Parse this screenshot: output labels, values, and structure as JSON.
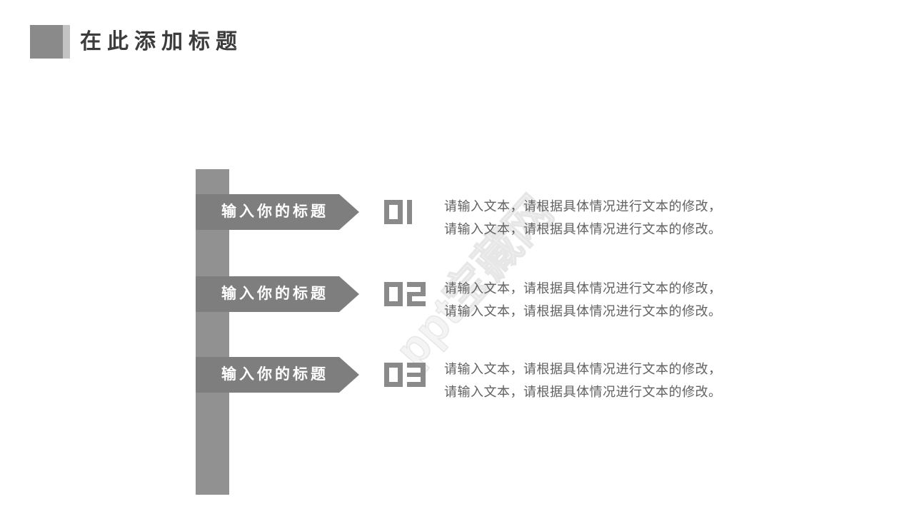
{
  "header": {
    "title": "在此添加标题"
  },
  "watermark": "ppt宝藏网",
  "palette": {
    "title_text": "#3c3c3c",
    "accent_square": "#8a8a8a",
    "accent_strip": "#c3c3c3",
    "vertical_bar": "#919191",
    "arrow": "#7e7e7e",
    "arrow_label": "#ffffff",
    "step_number": "#8a8a8a",
    "body_text": "#616161",
    "watermark_color": "#e7e7e7",
    "background": "#ffffff"
  },
  "rows": [
    {
      "label": "输入你的标题",
      "number": "01",
      "line1": "请输入文本，请根据具体情况进行文本的修改，",
      "line2": "请输入文本，请根据具体情况进行文本的修改。"
    },
    {
      "label": "输入你的标题",
      "number": "02",
      "line1": "请输入文本，请根据具体情况进行文本的修改，",
      "line2": "请输入文本，请根据具体情况进行文本的修改。"
    },
    {
      "label": "输入你的标题",
      "number": "03",
      "line1": "请输入文本，请根据具体情况进行文本的修改，",
      "line2": "请输入文本，请根据具体情况进行文本的修改。"
    }
  ]
}
